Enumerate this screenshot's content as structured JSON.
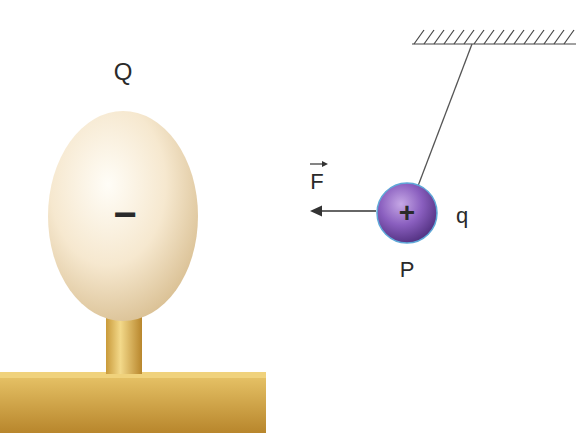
{
  "diagram": {
    "nodes": [
      {
        "text": [
          "Q",
          "−"
        ]
      },
      {
        "text": [
          "+"
        ]
      }
    ],
    "labels": [
      "F",
      "q",
      "P"
    ]
  }
}
